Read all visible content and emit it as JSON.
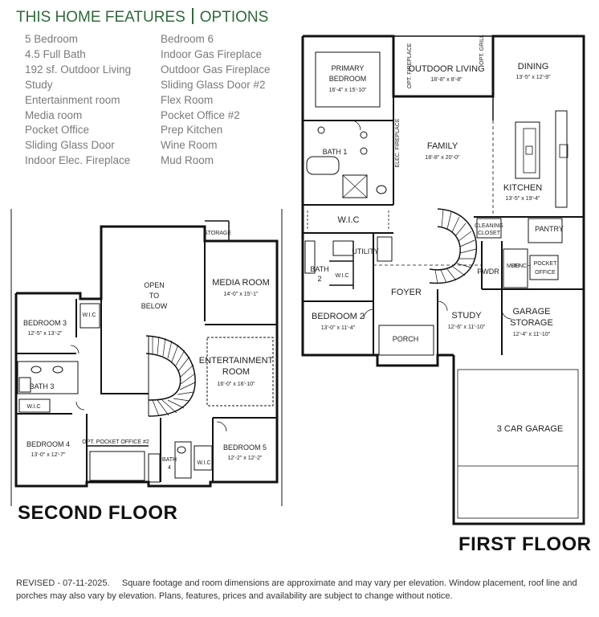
{
  "header": {
    "title": "THIS HOME FEATURES",
    "options_title": "OPTIONS"
  },
  "features": [
    "5 Bedroom",
    "4.5 Full Bath",
    "192 sf. Outdoor Living",
    "Study",
    "Entertainment room",
    "Media room",
    "Pocket Office",
    "Sliding Glass Door",
    "Indoor Elec. Fireplace"
  ],
  "options": [
    "Bedroom 6",
    "Indoor Gas Fireplace",
    "Outdoor Gas Fireplace",
    "Sliding Glass Door #2",
    "Flex Room",
    "Pocket Office #2",
    "Prep Kitchen",
    "Wine Room",
    "Mud Room"
  ],
  "second_floor": {
    "title": "SECOND FLOOR",
    "open_to_below": [
      "OPEN",
      "TO",
      "BELOW"
    ],
    "storage": "STORAGE",
    "media_room": {
      "name": "MEDIA ROOM",
      "dims": "14'-0\" x 15'-1\""
    },
    "entertainment": {
      "name1": "ENTERTAINMENT",
      "name2": "ROOM",
      "dims": "16'-0\" x 16'-10\""
    },
    "bedroom3": {
      "name": "BEDROOM 3",
      "dims": "12'-5\" x 13'-2\""
    },
    "wic_b3": "W.I.C",
    "bath3": "BATH 3",
    "wic_bath3": "W.I.C",
    "bedroom4": {
      "name": "BEDROOM 4",
      "dims": "13'-0\" x 12'-7\""
    },
    "opt_pocket_office": "OPT. POCKET OFFICE #2",
    "bath4": [
      "BATH",
      "4"
    ],
    "wic_b5": "W.I.C",
    "bedroom5": {
      "name": "BEDROOM 5",
      "dims": "12'-2\" x 12'-2\""
    }
  },
  "first_floor": {
    "title": "FIRST FLOOR",
    "opt_grill": "OPT. GRILL",
    "primary_bedroom": {
      "name1": "PRIMARY",
      "name2": "BEDROOM",
      "dims": "16'-4\" x 15'-10\""
    },
    "outdoor_living": {
      "name": "OUTDOOR LIVING",
      "dims": "18'-8\" x 8'-8\""
    },
    "opt_fireplace": "OPT. FIREPLACE",
    "dining": {
      "name": "DINING",
      "dims": "13'-5\" x 12'-9\""
    },
    "bath1": "BATH 1",
    "elec_fireplace": "ELEC. FIREPLACE",
    "family": {
      "name": "FAMILY",
      "dims": "18'-8\" x 20'-0\""
    },
    "kitchen": {
      "name": "KITCHEN",
      "dims": "13'-5\" x 19'-4\""
    },
    "wic": "W.I.C",
    "cleaning_closet": [
      "CLEANING",
      "CLOSET"
    ],
    "pantry": "PANTRY",
    "utility": "UTILITY",
    "bath2": [
      "BATH",
      "2"
    ],
    "wic2": "W.I.C",
    "pwdr": "PWDR",
    "mud_bench": [
      "MUD",
      "BENCH"
    ],
    "pocket_office": [
      "POCKET",
      "OFFICE"
    ],
    "bedroom2": {
      "name": "BEDROOM 2",
      "dims": "13'-0\" x 11'-4\""
    },
    "foyer": "FOYER",
    "study": {
      "name": "STUDY",
      "dims": "12'-6\" x 11'-10\""
    },
    "garage_storage": {
      "name1": "GARAGE",
      "name2": "STORAGE",
      "dims": "12'-4\" x 11'-10\""
    },
    "porch": "PORCH",
    "garage": "3 CAR GARAGE"
  },
  "footer": {
    "line1": "REVISED - 07-11-2025.     Square footage and room dimensions are approximate and may vary per elevation. Window placement, roof line and",
    "line2": "porches may also vary by elevation. Plans, features, prices and availability are subject to change without notice."
  },
  "colors": {
    "header_green": "#2e6a3a",
    "feature_gray": "#7a7a7a",
    "wall": "#111111"
  }
}
